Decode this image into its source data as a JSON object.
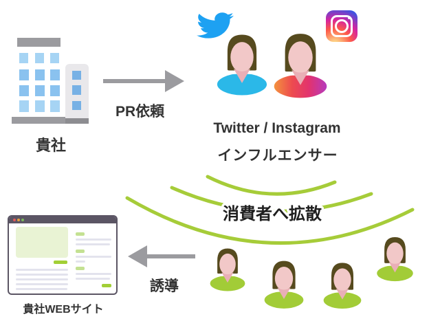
{
  "company": {
    "label": "貴社",
    "icon": "office-building-icon"
  },
  "pr_arrow": {
    "label": "PR依頼",
    "direction": "right",
    "color": "#9B9B9F"
  },
  "influencers": {
    "title_line1": "Twitter / Instagram",
    "title_line2": "インフルエンサー",
    "icons": [
      "twitter-icon",
      "instagram-icon"
    ],
    "figure_colors": {
      "left": "#2BB8E8",
      "right_gradient": [
        "#F49A3C",
        "#ED4B4F",
        "#E2336E",
        "#B13BC6"
      ]
    }
  },
  "spread": {
    "label": "消費者へ拡散",
    "arc_color": "#A6CC39",
    "arc_count": 3
  },
  "consumers": {
    "count": 4,
    "figure_color": "#A2CC37"
  },
  "guide_arrow": {
    "label": "誘導",
    "direction": "left",
    "color": "#9B9B9F"
  },
  "website": {
    "label": "貴社WEBサイト",
    "icon": "browser-window-icon"
  },
  "palette": {
    "text_dark": "#333333",
    "twitter_blue": "#1DA1F2",
    "hair_brown": "#564A1E",
    "face_pink": "#F2C8C8",
    "neck_pink": "#E9AFB6",
    "building_window_light": "#A6D4F4",
    "building_window_mid": "#8AC2EF",
    "gray": "#9B9B9F"
  }
}
